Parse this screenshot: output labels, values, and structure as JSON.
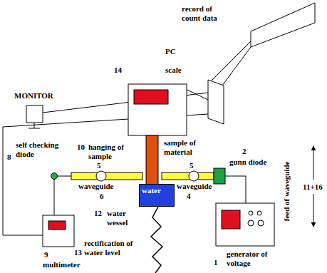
{
  "diagram": {
    "nodes": [
      {
        "text": [
          "water"
        ]
      }
    ],
    "labels": [
      "record of count data",
      "PC",
      "MONITOR",
      "14",
      "scale",
      "10",
      "hanging of sample",
      "sample of material",
      "2",
      "gunn diode",
      "8",
      "self checking diode",
      "5",
      "5",
      "waveguide",
      "6",
      "waveguide",
      "4",
      "feed of waveguide",
      "11+16",
      "12",
      "water wessel",
      "9",
      "multimeter",
      "1",
      "generator of voltage",
      "rectification of water level",
      "13"
    ]
  }
}
